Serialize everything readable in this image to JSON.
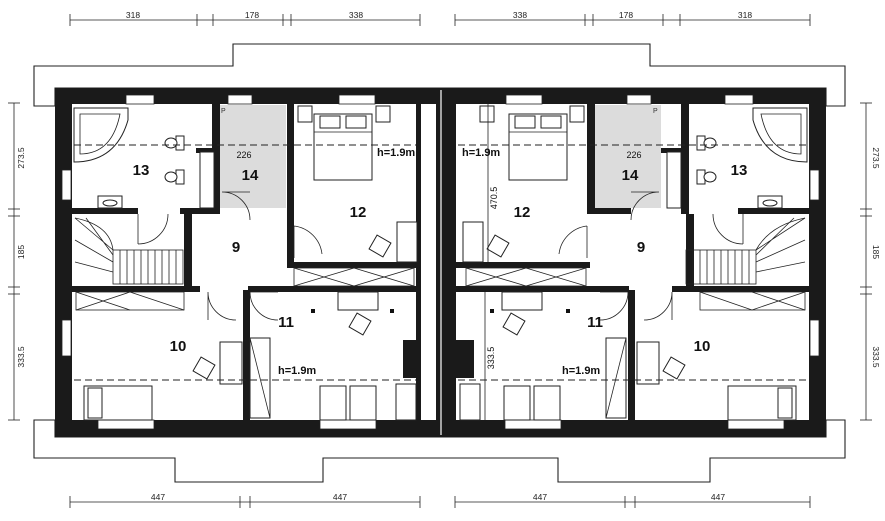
{
  "dimensions": {
    "top": [
      "318",
      "178",
      "338",
      "338",
      "178",
      "318"
    ],
    "bottom": [
      "447",
      "447",
      "447",
      "447"
    ],
    "left": [
      "273.5",
      "185",
      "333.5"
    ],
    "right": [
      "273.5",
      "185",
      "333.5"
    ]
  },
  "rooms": {
    "left_unit": {
      "r13": "13",
      "r14": "14",
      "r12": "12",
      "r9": "9",
      "r10": "10",
      "r11": "11"
    },
    "right_unit": {
      "r12": "12",
      "r14": "14",
      "r13": "13",
      "r9": "9",
      "r11": "11",
      "r10": "10"
    }
  },
  "annotations": {
    "height_note": "h=1.9m",
    "shower_width": "226",
    "room12_depth": "470.5",
    "room11_depth": "333.5",
    "wc_mark": "P"
  }
}
